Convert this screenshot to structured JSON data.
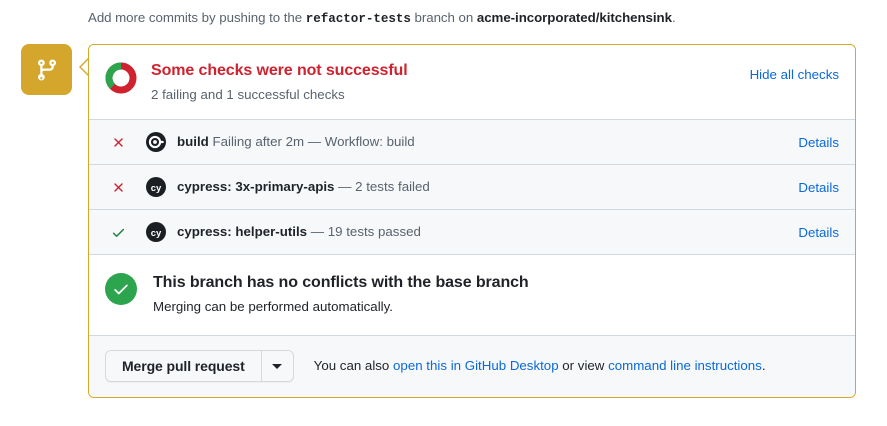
{
  "push_notice": {
    "prefix": "Add more commits by pushing to the ",
    "branch": "refactor-tests",
    "middle": " branch on ",
    "repo": "acme-incorporated/kitchensink",
    "suffix": "."
  },
  "timeline_badge": {
    "icon": "git-branch-icon",
    "color": "#d4a72c"
  },
  "status": {
    "icon": "checks-donut-icon",
    "title": "Some checks were not successful",
    "title_color": "#cf222e",
    "subtitle": "2 failing and 1 successful checks",
    "hide_all_label": "Hide all checks",
    "link_color": "#0969da",
    "donut": {
      "success_fraction": 0.33,
      "success_color": "#2da44e",
      "failure_color": "#cf222e"
    }
  },
  "checks": {
    "details_label": "Details",
    "rows": [
      {
        "state": "failure",
        "state_icon": "x-icon",
        "state_color": "#cf222e",
        "avatar_icon": "github-actions-icon",
        "name": "build",
        "description": "Failing after 2m — Workflow: build",
        "details_label": "Details"
      },
      {
        "state": "failure",
        "state_icon": "x-icon",
        "state_color": "#cf222e",
        "avatar_icon": "cypress-icon",
        "name": "cypress: 3x-primary-apis",
        "description": "— 2 tests failed",
        "details_label": "Details"
      },
      {
        "state": "success",
        "state_icon": "check-icon",
        "state_color": "#1a7f37",
        "avatar_icon": "cypress-icon",
        "name": "cypress: helper-utils",
        "description": "— 19 tests passed",
        "details_label": "Details"
      }
    ]
  },
  "conflicts": {
    "icon": "check-circle-icon",
    "icon_color": "#2da44e",
    "title": "This branch has no conflicts with the base branch",
    "subtitle": "Merging can be performed automatically."
  },
  "merge_footer": {
    "merge_button_label": "Merge pull request",
    "dropdown_icon": "chevron-down-icon",
    "hint_prefix": "You can also ",
    "desktop_link": "open this in GitHub Desktop",
    "hint_middle": " or view ",
    "cli_link": "command line instructions",
    "hint_suffix": "."
  }
}
